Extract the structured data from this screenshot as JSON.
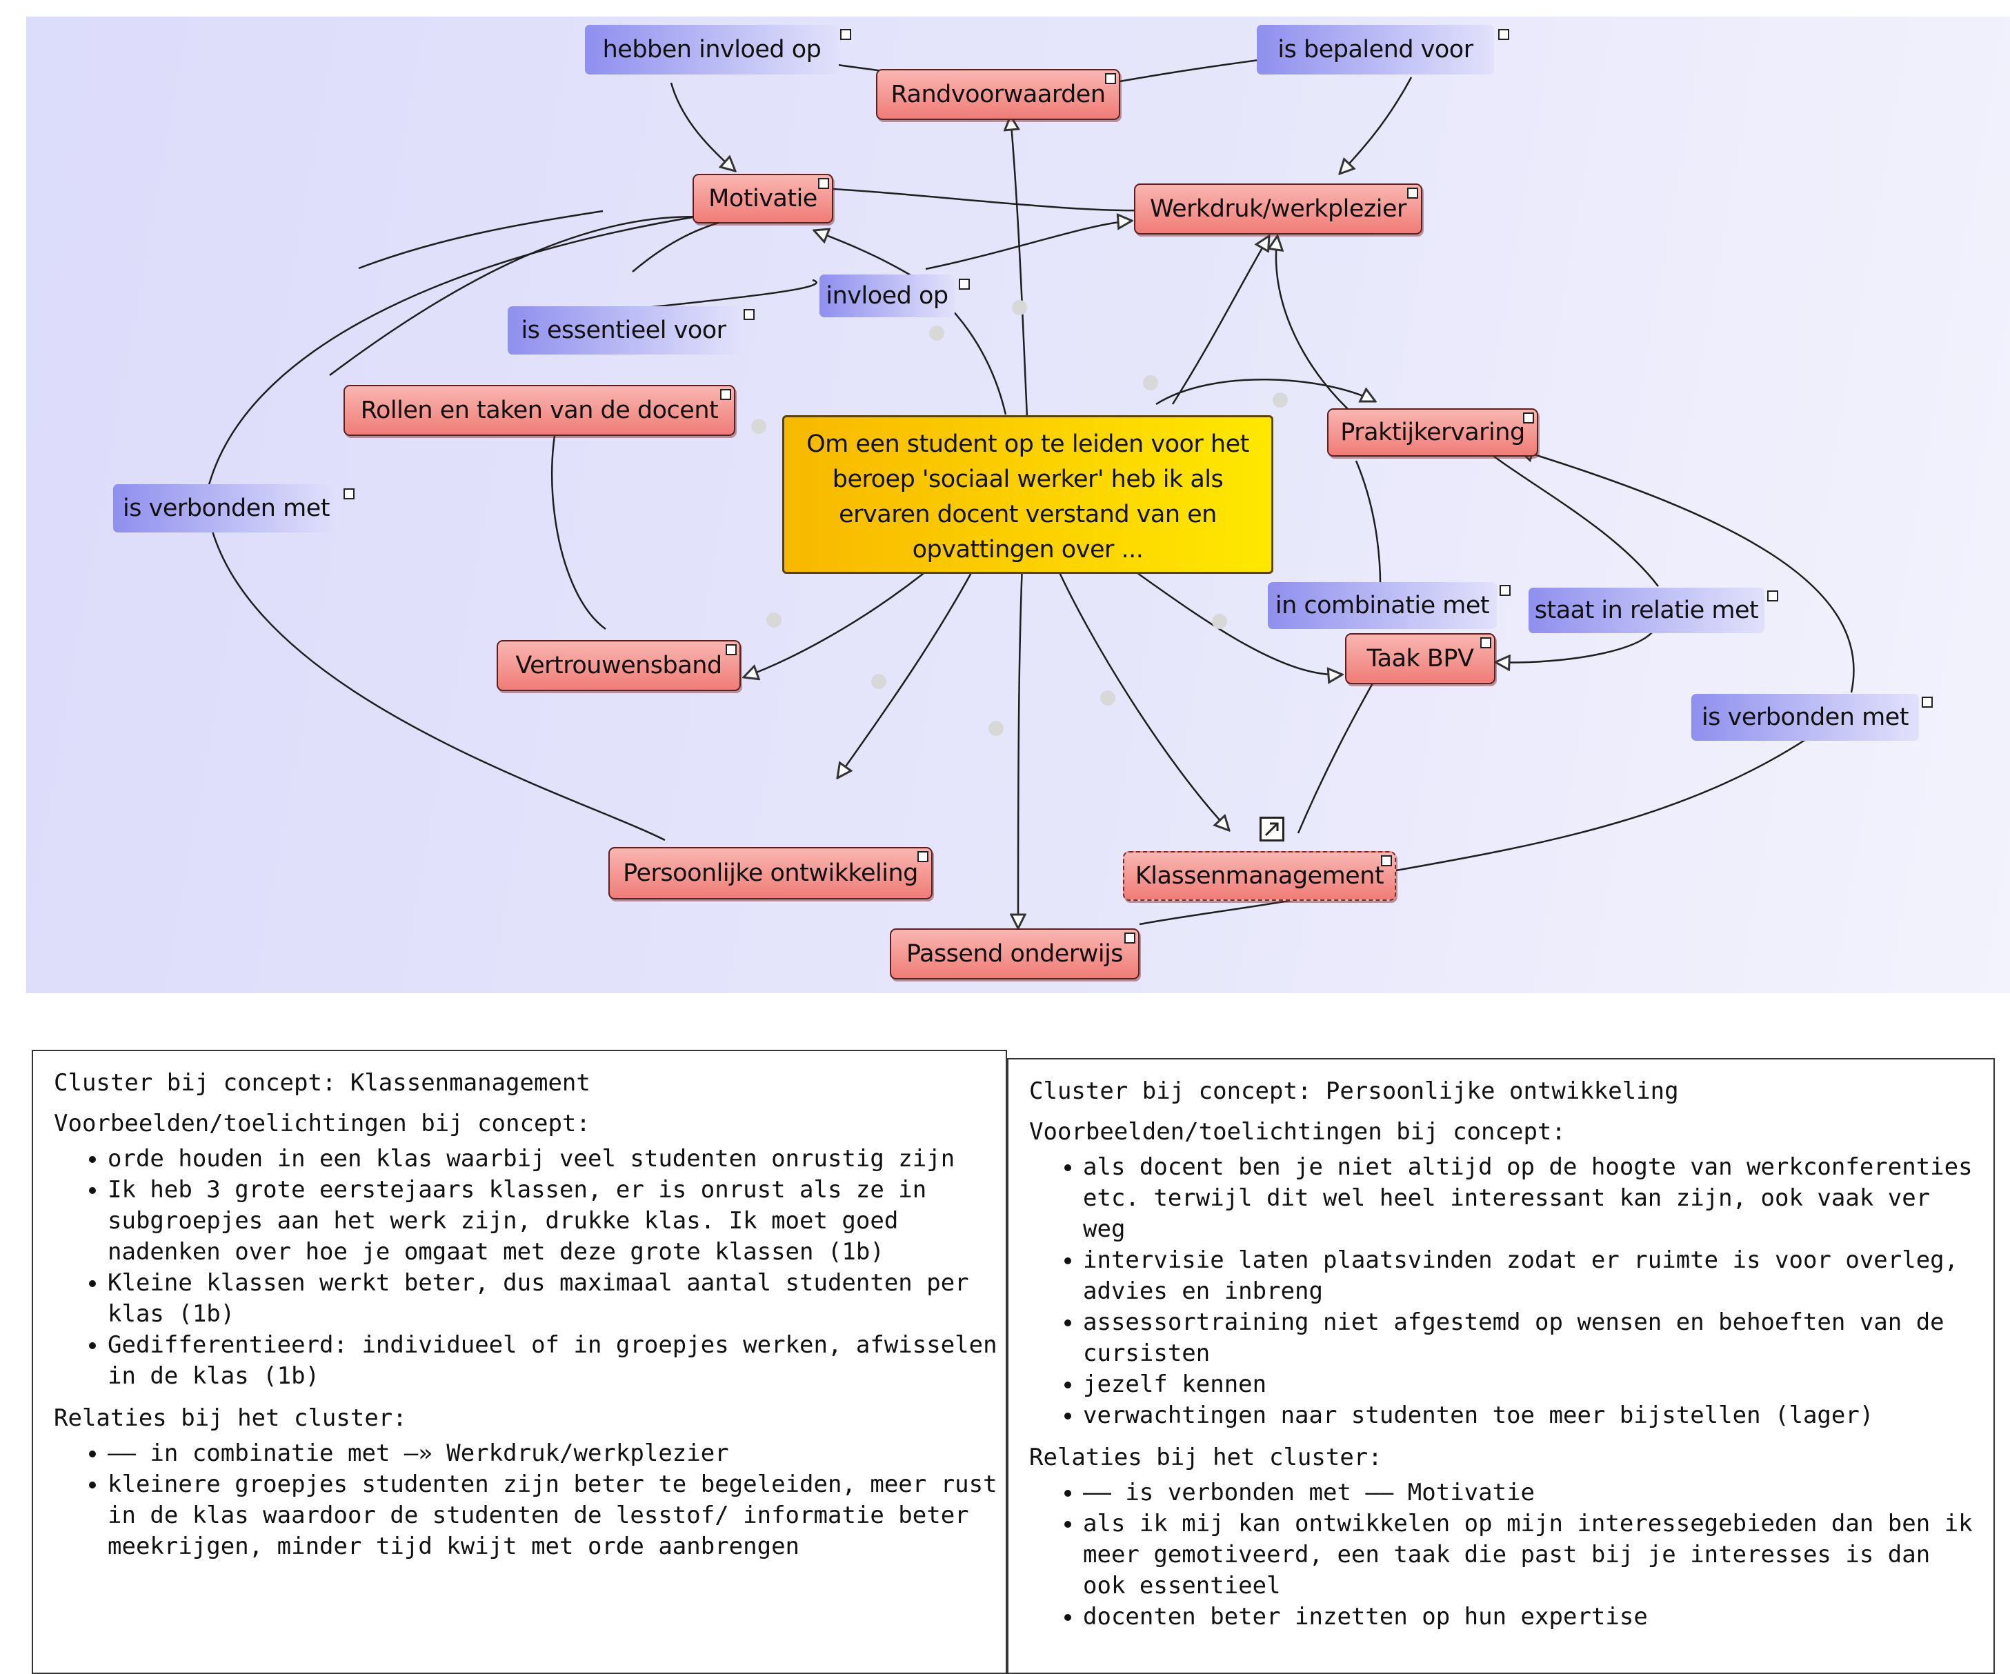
{
  "concept_map": {
    "central": "Om een student op te leiden voor het beroep 'sociaal werker' heb ik als ervaren docent verstand van en opvattingen over ...",
    "concepts": {
      "randvoorwaarden": "Randvoorwaarden",
      "motivatie": "Motivatie",
      "werkdruk": "Werkdruk/werkplezier",
      "rollen": "Rollen en taken van de docent",
      "praktijkervaring": "Praktijkervaring",
      "vertrouwensband": "Vertrouwensband",
      "taak_bpv": "Taak BPV",
      "persoonlijke": "Persoonlijke ontwikkeling",
      "klassenmanagement": "Klassenmanagement",
      "passend": "Passend onderwijs"
    },
    "linkers": {
      "hebben_invloed": "hebben invloed op",
      "is_bepalend": "is bepalend voor",
      "invloed_op": "invloed op",
      "is_essentieel": "is essentieel voor",
      "verbonden_left": "is verbonden met",
      "in_combinatie": "in combinatie met",
      "staat_in_relatie": "staat in relatie met",
      "verbonden_right": "is verbonden met"
    },
    "colors": {
      "background": "#e2e2fa",
      "concept_fill": "#f3918d",
      "linker_fill": "#a9a9f2",
      "central_fill": "#ffd200"
    }
  },
  "panels": {
    "left": {
      "cluster": "Cluster bij concept: Klassenmanagement",
      "examples_heading": "Voorbeelden/toelichtingen bij concept:",
      "examples": [
        "orde houden in een klas waarbij veel studenten onrustig zijn",
        "Ik heb 3 grote eerstejaars klassen, er is onrust als ze in subgroepjes aan het werk zijn, drukke klas. Ik moet goed nadenken over hoe je omgaat met deze grote klassen (1b)",
        "Kleine klassen werkt beter, dus maximaal aantal studenten per klas (1b)",
        "Gedifferentieerd: individueel of in groepjes werken, afwisselen in de klas (1b)"
      ],
      "relations_heading": "Relaties bij het cluster:",
      "relations": [
        "—— in combinatie met —» Werkdruk/werkplezier",
        "kleinere groepjes studenten zijn beter te begeleiden, meer rust in de klas waardoor de studenten de lesstof/ informatie beter meekrijgen, minder tijd kwijt met orde aanbrengen"
      ]
    },
    "right": {
      "cluster": "Cluster bij concept: Persoonlijke ontwikkeling",
      "examples_heading": "Voorbeelden/toelichtingen bij concept:",
      "examples": [
        "als docent ben je niet altijd op de hoogte van werkconferenties etc. terwijl dit wel heel interessant kan zijn, ook vaak ver weg",
        "intervisie laten plaatsvinden zodat er ruimte is voor overleg, advies en inbreng",
        "assessortraining niet afgestemd op wensen en behoeften van de cursisten",
        "jezelf kennen",
        "verwachtingen naar studenten toe meer bijstellen (lager)"
      ],
      "relations_heading": "Relaties bij het cluster:",
      "relations": [
        "—— is verbonden met —— Motivatie",
        "als ik mij kan ontwikkelen op mijn interessegebieden dan ben ik meer gemotiveerd, een taak die past bij je interesses is dan ook essentieel",
        "docenten beter inzetten op hun expertise"
      ]
    }
  }
}
